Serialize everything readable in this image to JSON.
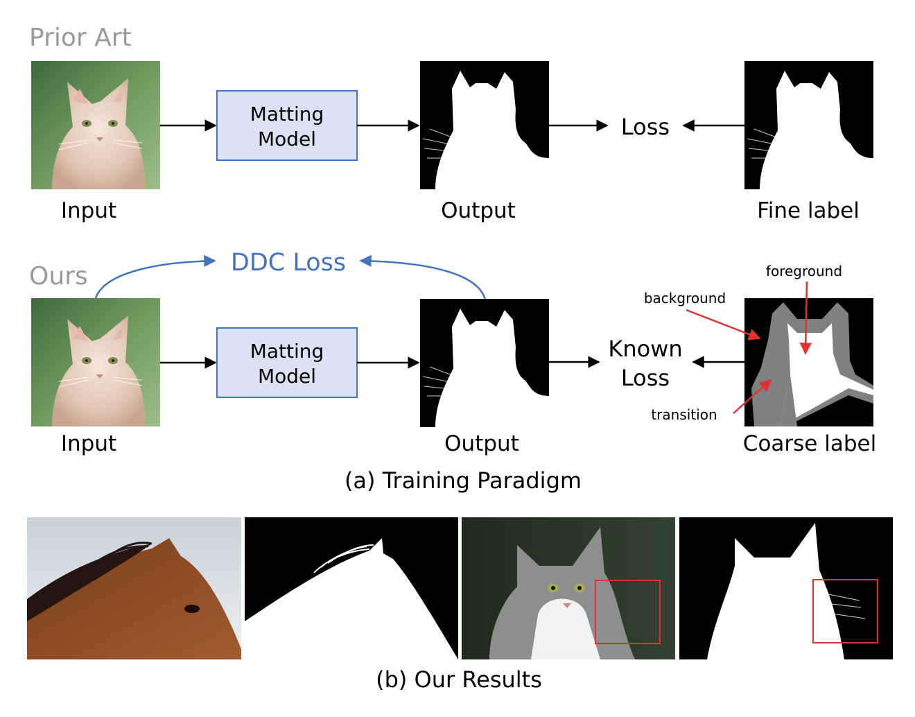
{
  "prior_art": {
    "heading": "Prior Art",
    "input_label": "Input",
    "model_line1": "Matting",
    "model_line2": "Model",
    "output_label": "Output",
    "loss_label": "Loss",
    "fine_label": "Fine label"
  },
  "ours": {
    "heading": "Ours",
    "ddc_loss": "DDC Loss",
    "input_label": "Input",
    "model_line1": "Matting",
    "model_line2": "Model",
    "output_label": "Output",
    "known_line1": "Known",
    "known_line2": "Loss",
    "coarse_label": "Coarse label",
    "annot_foreground": "foreground",
    "annot_background": "background",
    "annot_transition": "transition"
  },
  "caption_a": "(a) Training Paradigm",
  "caption_b": "(b) Our Results",
  "colors": {
    "model_fill": "#dae3f3",
    "model_stroke": "#4472c4",
    "ddc_blue": "#4472c4",
    "heading_gray": "#9a9a9a",
    "annotation_red": "#e03030",
    "highlight_red": "#e03030",
    "unknown_gray": "#808080"
  }
}
